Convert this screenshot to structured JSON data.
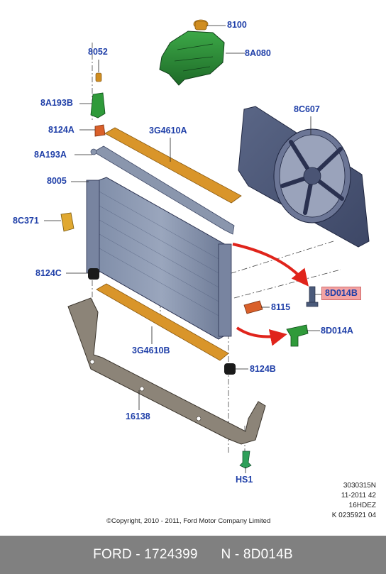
{
  "labels": {
    "p8100": "8100",
    "p8A080": "8A080",
    "p8052": "8052",
    "p8C607": "8C607",
    "p8A193B": "8A193B",
    "p8124A": "8124A",
    "p3G4610A": "3G4610A",
    "p8A193A": "8A193A",
    "p8005": "8005",
    "p8C371": "8C371",
    "p8124C": "8124C",
    "p8D014B": "8D014B",
    "p8115": "8115",
    "p8D014A": "8D014A",
    "p3G4610B": "3G4610B",
    "p8124B": "8124B",
    "p16138": "16138",
    "pHS1": "HS1"
  },
  "codes": {
    "line1": "3030315N",
    "line2": "11-2011 42",
    "line3": "16HDEZ",
    "line4": "K 0235921 04"
  },
  "copyright": "©Copyright, 2010 - 2011, Ford Motor Company Limited",
  "footer": {
    "brand_part": "FORD - 1724399",
    "ref": "N - 8D014B"
  },
  "colors": {
    "label": "#1f3fa8",
    "highlight": "#f4a3a3",
    "arrow": "#e0241b",
    "foam": "#d9952a",
    "radiator": "#6f7e9a",
    "reservoir": "#2f8a3a",
    "footer_bg": "#808080"
  }
}
